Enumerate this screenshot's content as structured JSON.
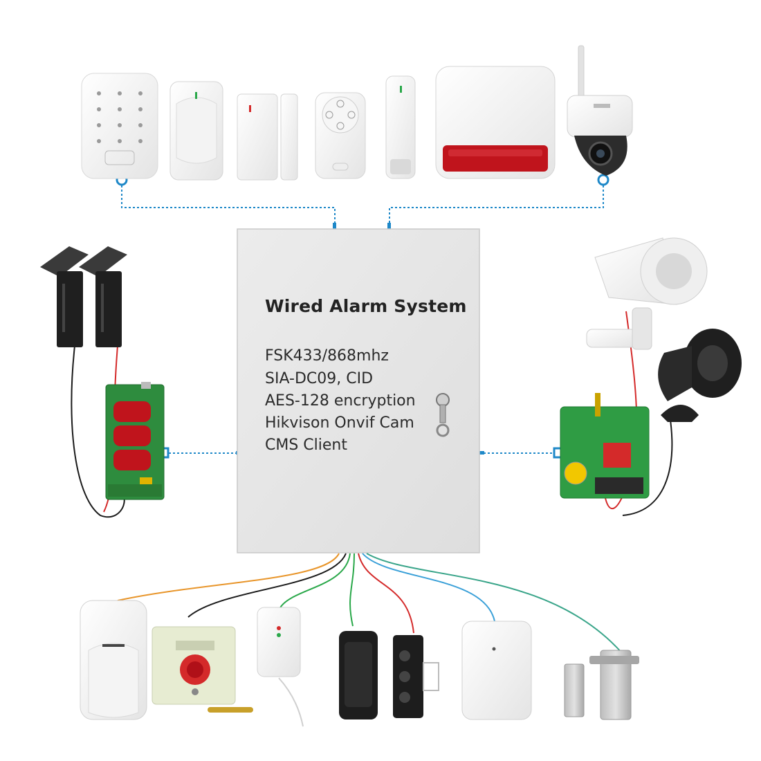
{
  "panel": {
    "title": "Wired Alarm System",
    "specs": [
      "FSK433/868mhz",
      "SIA-DC09, CID",
      "AES-128 encryption",
      "Hikvison Onvif Cam",
      "CMS Client"
    ]
  },
  "colors": {
    "panel": "#e9e9e9",
    "link_blue": "#1e88c8",
    "wire_orange": "#e8952a",
    "wire_black": "#1a1a1a",
    "wire_green": "#2aa84a",
    "wire_red": "#d42a2a",
    "wire_teal": "#3aa58a",
    "wire_blue": "#3aa0d8",
    "siren_red": "#c0141c"
  },
  "devices": {
    "top": [
      "keypad",
      "pir-sensor",
      "door-contact",
      "remote-keyfob",
      "vibration-sensor",
      "outdoor-siren",
      "ptz-camera"
    ],
    "left": [
      "beam-detectors",
      "wireless-input-module"
    ],
    "right": [
      "outdoor-speaker",
      "horn-siren",
      "wireless-relay-module"
    ],
    "bottom": [
      "wired-pir-sensor",
      "panic-button",
      "glass-break-sensor",
      "beam-transmitter",
      "beam-receiver",
      "ceiling-detector",
      "metal-door-contact"
    ]
  }
}
